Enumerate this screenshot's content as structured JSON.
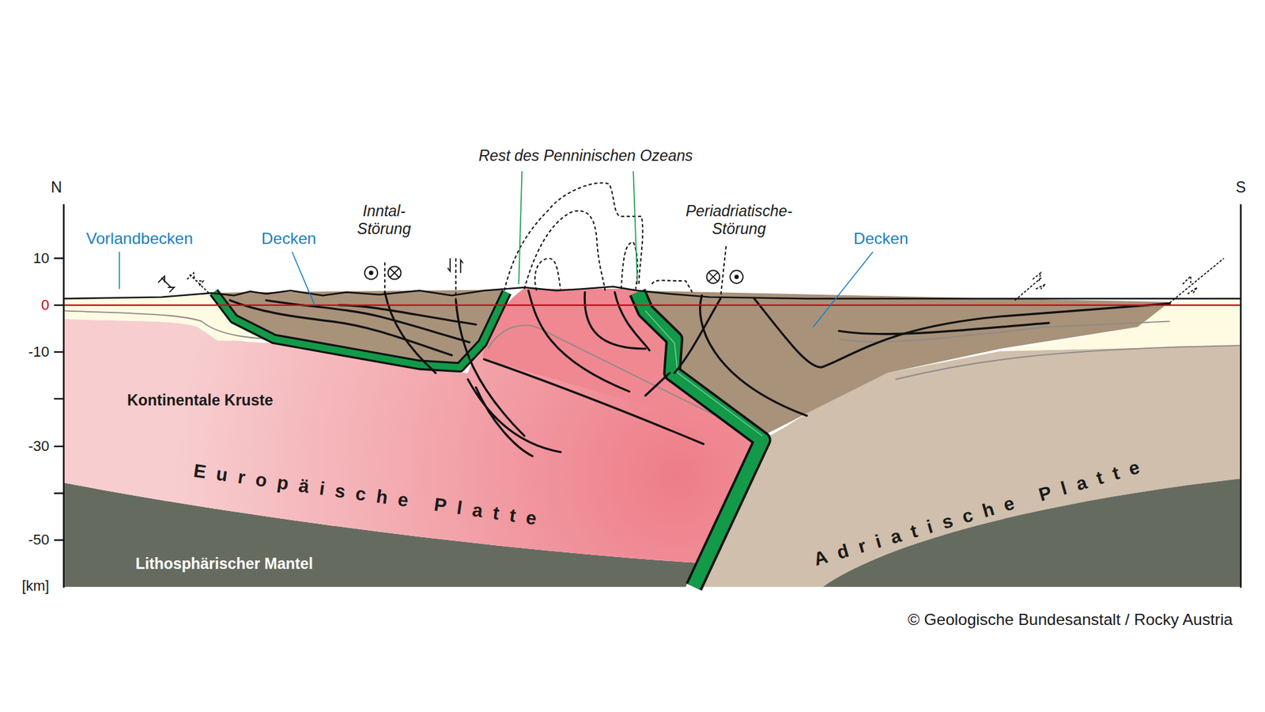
{
  "diagram": {
    "labels": [
      "N",
      "S",
      "10",
      "0",
      "-10",
      "-30",
      "-50",
      "[km]",
      "Vorlandbecken",
      "Decken",
      "Inntal- Störung",
      "Rest des Penninischen Ozeans",
      "Periadriatische- Störung",
      "Decken",
      "Kontinentale Kruste",
      "Europäische Platte",
      "Adriatische Platte",
      "Lithosphärischer Mantel",
      "© Geologische Bundesanstalt / Rocky Austria"
    ]
  }
}
